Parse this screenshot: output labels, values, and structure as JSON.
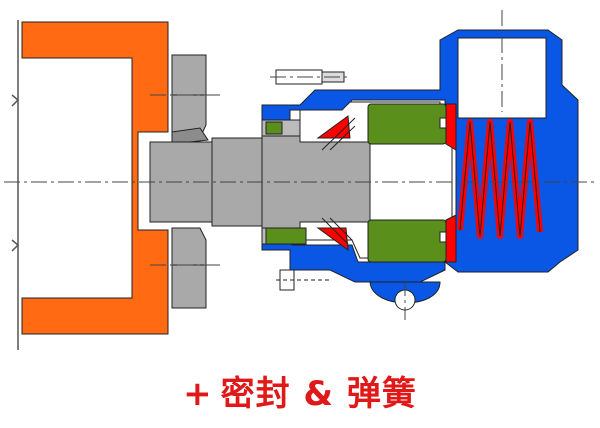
{
  "caption": {
    "prefix": "+",
    "text": "密封 & 弹簧"
  },
  "parts": [
    {
      "name": "motor-housing",
      "color": "#ff6a13"
    },
    {
      "name": "drive-shaft",
      "color": "#a9a9a9"
    },
    {
      "name": "flange-coupling",
      "color": "#a9a9a9"
    },
    {
      "name": "pump-casing",
      "color": "#0a57e6"
    },
    {
      "name": "seal-ring",
      "color": "#5a8f1c"
    },
    {
      "name": "return-spring",
      "color": "#ff0000"
    }
  ],
  "colors": {
    "caption": "#e01818",
    "centerline": "#444444",
    "outline": "#222222"
  }
}
